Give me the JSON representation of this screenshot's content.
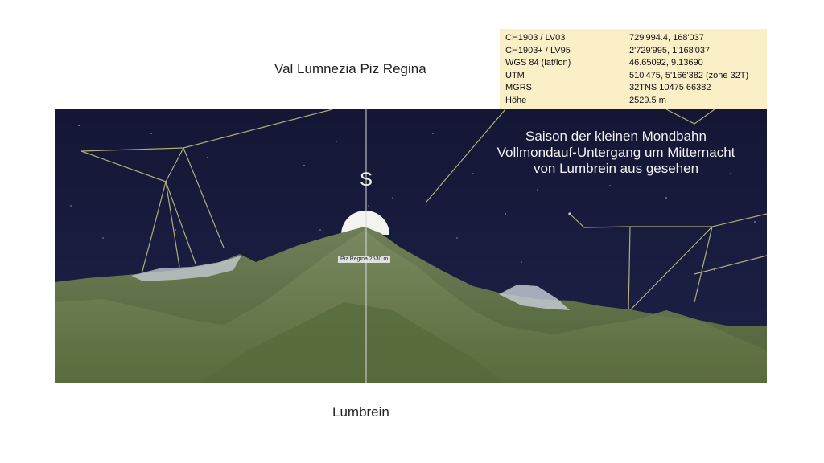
{
  "title": "Val Lumnezia Piz Regina",
  "footer": "Lumbrein",
  "coords": [
    {
      "label": "CH1903 / LV03",
      "value": "729'994.4, 168'037"
    },
    {
      "label": "CH1903+ / LV95",
      "value": "2'729'995, 1'168'037"
    },
    {
      "label": "WGS 84 (lat/lon)",
      "value": "46.65092, 9.13690"
    },
    {
      "label": "UTM",
      "value": "510'475, 5'166'382 (zone 32T)"
    },
    {
      "label": "MGRS",
      "value": "32TNS 10475 66382"
    },
    {
      "label": "Höhe",
      "value": "2529.5 m"
    }
  ],
  "panorama": {
    "caption_line1": "Saison der kleinen Mondbahn",
    "caption_line2": "Vollmondauf-Untergang  um Mitternacht",
    "caption_line3": "von Lumbrein aus gesehen",
    "direction": "S",
    "peak_label": "Piz Regina   2530 m"
  },
  "colors": {
    "sky": "#15183a",
    "mountain": "#5d7046",
    "constellation": "#c8c88a",
    "infobox_bg": "#fbefc7"
  }
}
